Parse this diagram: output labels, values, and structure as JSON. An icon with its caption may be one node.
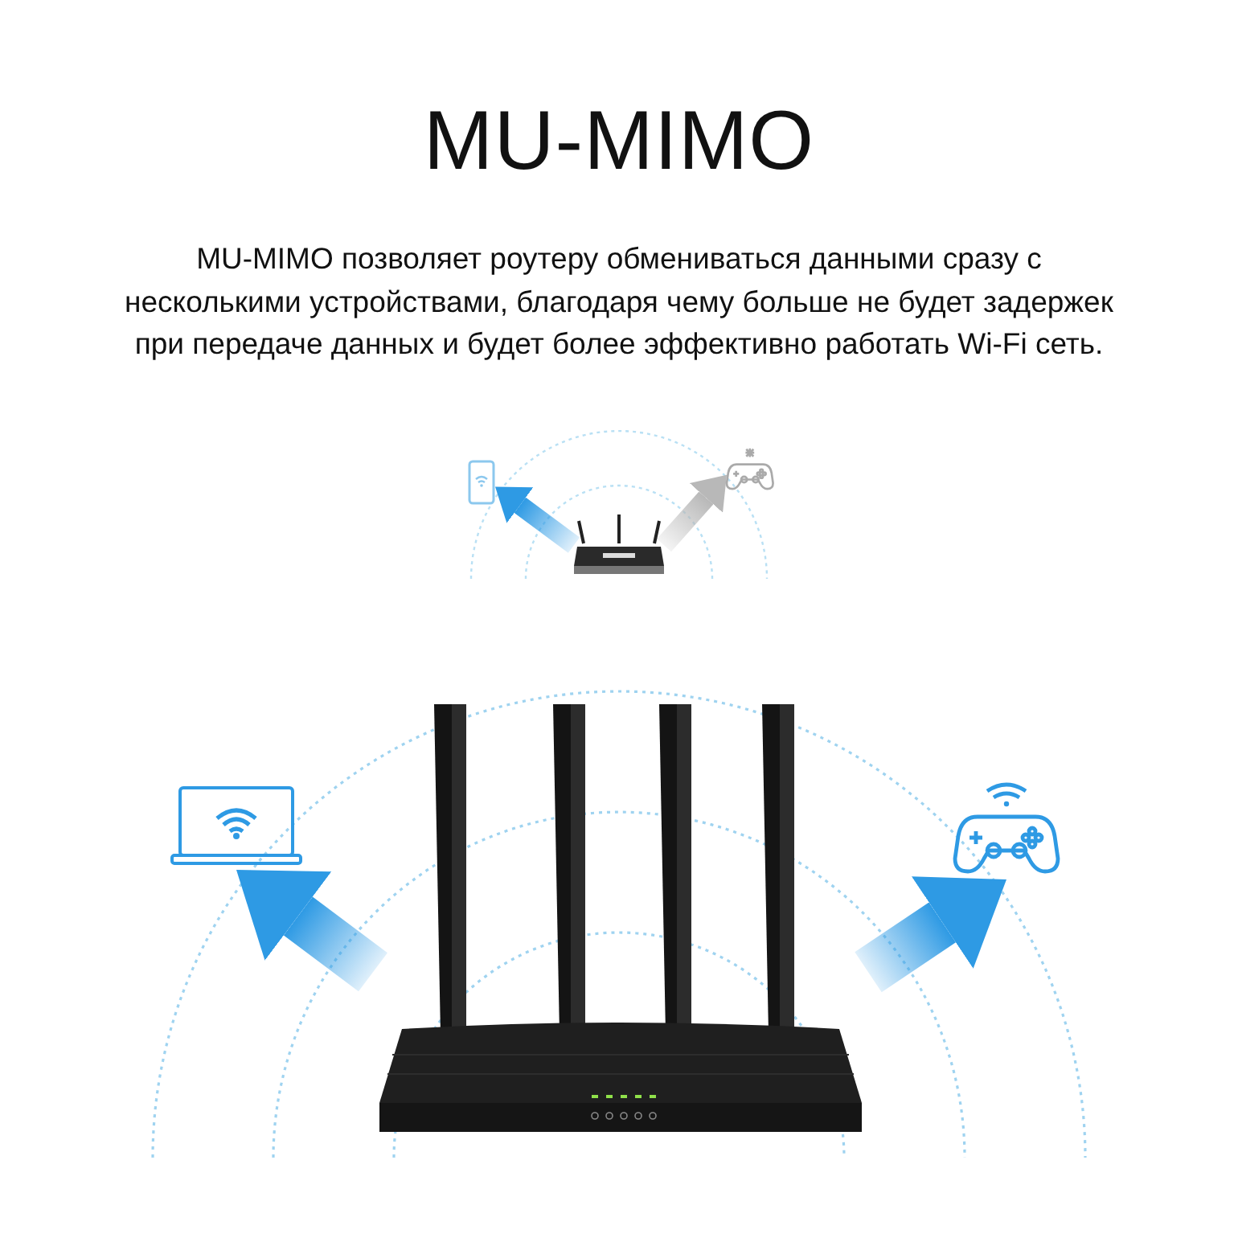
{
  "diagram": {
    "title": "MU-MIMO",
    "caption": "MU-MIMO позволяет роутеру обмениваться данными сразу с несколькими устройствами, благодаря чему больше не будет задержек при передаче данных и будет более эффективно работать Wi-Fi сеть.",
    "nodes": [
      {
        "text": [],
        "shape": "picture"
      },
      {
        "text": [],
        "shape": "picture"
      },
      {
        "text": [],
        "shape": "picture"
      },
      {
        "text": [],
        "shape": "picture"
      },
      {
        "text": [],
        "shape": "picture"
      },
      {
        "text": [],
        "shape": "picture"
      }
    ],
    "edges": [
      {
        "from": 0,
        "to": 1,
        "arrow": "to",
        "style": "thick"
      },
      {
        "from": 0,
        "to": 2,
        "arrow": "to",
        "style": "thick",
        "color": "#b8b8b8"
      },
      {
        "from": 3,
        "to": 4,
        "arrow": "to",
        "style": "thick"
      },
      {
        "from": 3,
        "to": 5,
        "arrow": "to",
        "style": "thick"
      }
    ]
  }
}
